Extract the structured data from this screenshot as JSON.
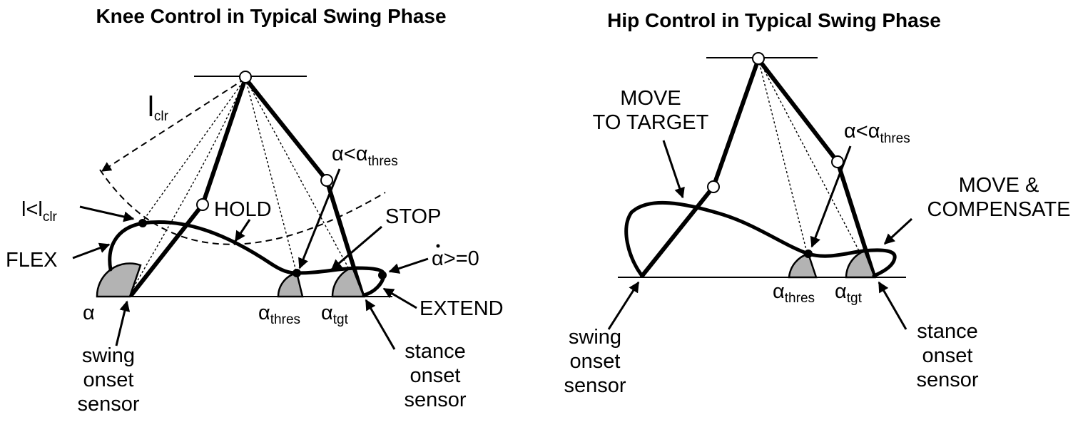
{
  "knee": {
    "title": "Knee Control in Typical Swing Phase",
    "l_clr_base": "l",
    "l_clr_sub": "clr",
    "l_lt_base": "l<l",
    "l_lt_sub": "clr",
    "flex": "FLEX",
    "hold": "HOLD",
    "alpha_lt_base": "α<α",
    "alpha_lt_sub": "thres",
    "stop": "STOP",
    "alphadot_cond": "α>=0",
    "extend": "EXTEND",
    "alpha": "α",
    "alpha_thres_base": "α",
    "alpha_thres_sub": "thres",
    "alpha_tgt_base": "α",
    "alpha_tgt_sub": "tgt",
    "swing_sensor": [
      "swing",
      "onset",
      "sensor"
    ],
    "stance_sensor": [
      "stance",
      "onset",
      "sensor"
    ]
  },
  "hip": {
    "title": "Hip Control in Typical Swing Phase",
    "move_to_target": [
      "MOVE",
      "TO TARGET"
    ],
    "alpha_lt_base": "α<α",
    "alpha_lt_sub": "thres",
    "move_compensate": [
      "MOVE &",
      "COMPENSATE"
    ],
    "alpha_thres_base": "α",
    "alpha_thres_sub": "thres",
    "alpha_tgt_base": "α",
    "alpha_tgt_sub": "tgt",
    "swing_sensor": [
      "swing",
      "onset",
      "sensor"
    ],
    "stance_sensor": [
      "stance",
      "onset",
      "sensor"
    ]
  },
  "colors": {
    "ink": "#000000",
    "sector_fill": "#b3b3b3",
    "background": "#ffffff"
  }
}
